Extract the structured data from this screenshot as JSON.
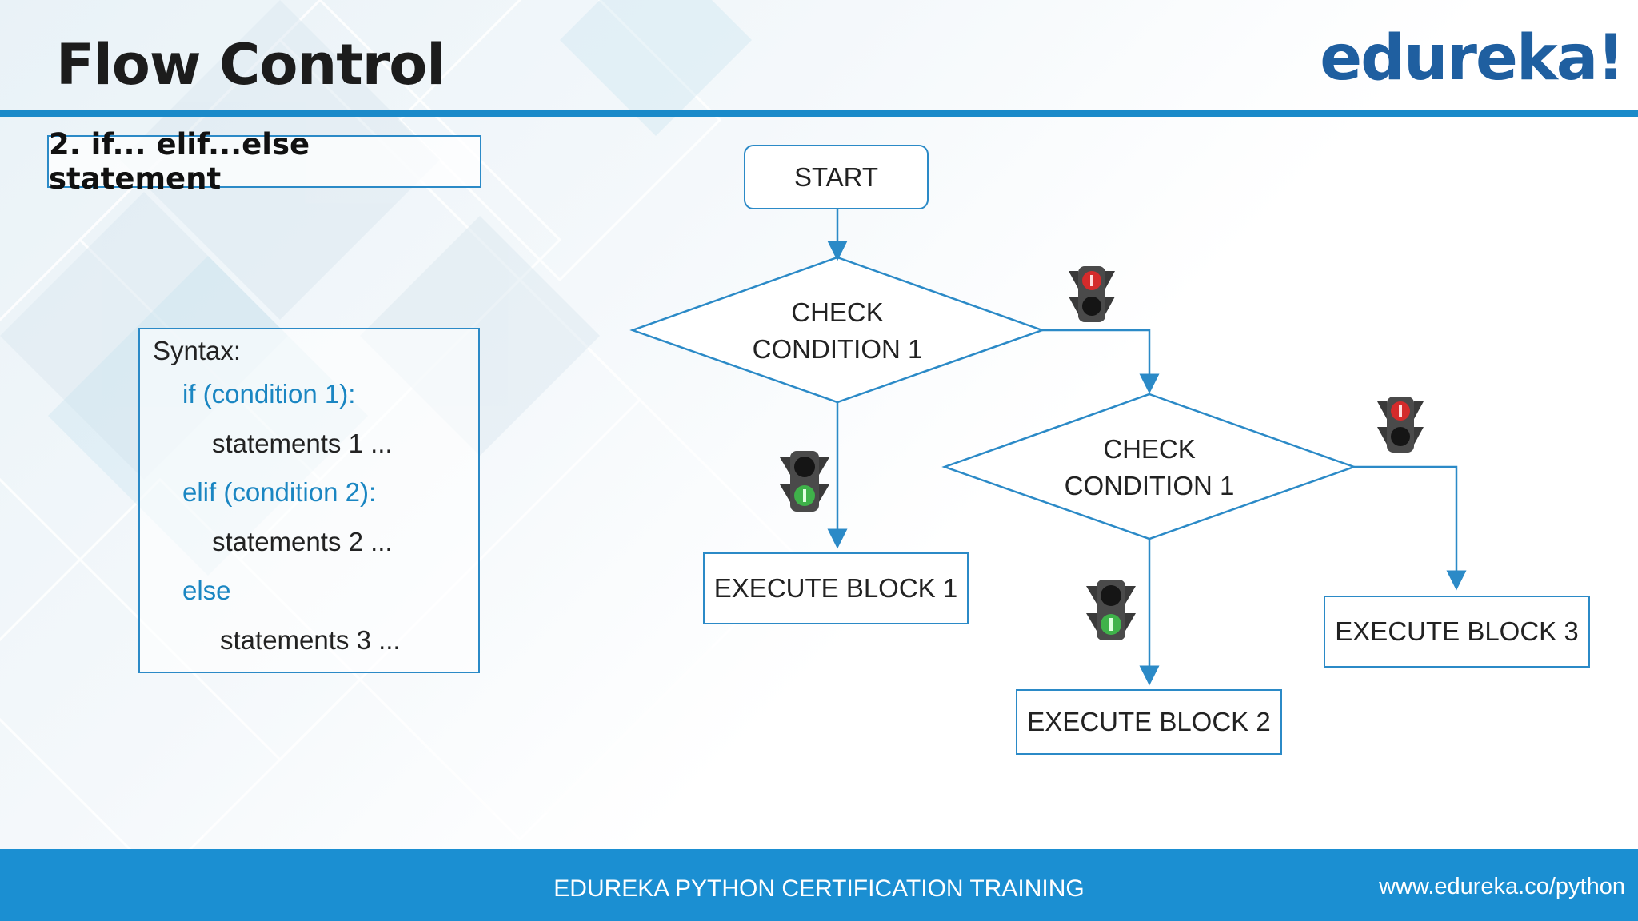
{
  "header": {
    "title": "Flow Control",
    "logo": "edureka!"
  },
  "subtitle": "2. if... elif...else statement",
  "syntax": {
    "heading": "Syntax:",
    "lines": [
      {
        "text": "if (condition 1):",
        "style": "keyword"
      },
      {
        "text": "statements 1 ...",
        "style": "plain"
      },
      {
        "text": "elif (condition 2):",
        "style": "keyword"
      },
      {
        "text": "statements 2 ...",
        "style": "plain"
      },
      {
        "text": "else",
        "style": "keyword"
      },
      {
        "text": "statements 3 ...",
        "style": "plain"
      }
    ]
  },
  "flowchart": {
    "start": "START",
    "decision1": {
      "line1": "CHECK",
      "line2": "CONDITION 1"
    },
    "decision2": {
      "line1": "CHECK",
      "line2": "CONDITION 1"
    },
    "block1": "EXECUTE BLOCK 1",
    "block2": "EXECUTE BLOCK 2",
    "block3": "EXECUTE BLOCK 3",
    "signals": [
      {
        "id": "decision1-false",
        "state": "red"
      },
      {
        "id": "decision1-true",
        "state": "green"
      },
      {
        "id": "decision2-false",
        "state": "red"
      },
      {
        "id": "decision2-true",
        "state": "green"
      }
    ]
  },
  "footer": {
    "center": "EDUREKA PYTHON CERTIFICATION TRAINING",
    "url": "www.edureka.co/python"
  },
  "colors": {
    "accent": "#1a8ac9",
    "brand": "#1f5fa0",
    "footer": "#1b8fd2",
    "keyword": "#1a86c2"
  },
  "icons": [
    "traffic-light-red-icon",
    "traffic-light-green-icon"
  ]
}
